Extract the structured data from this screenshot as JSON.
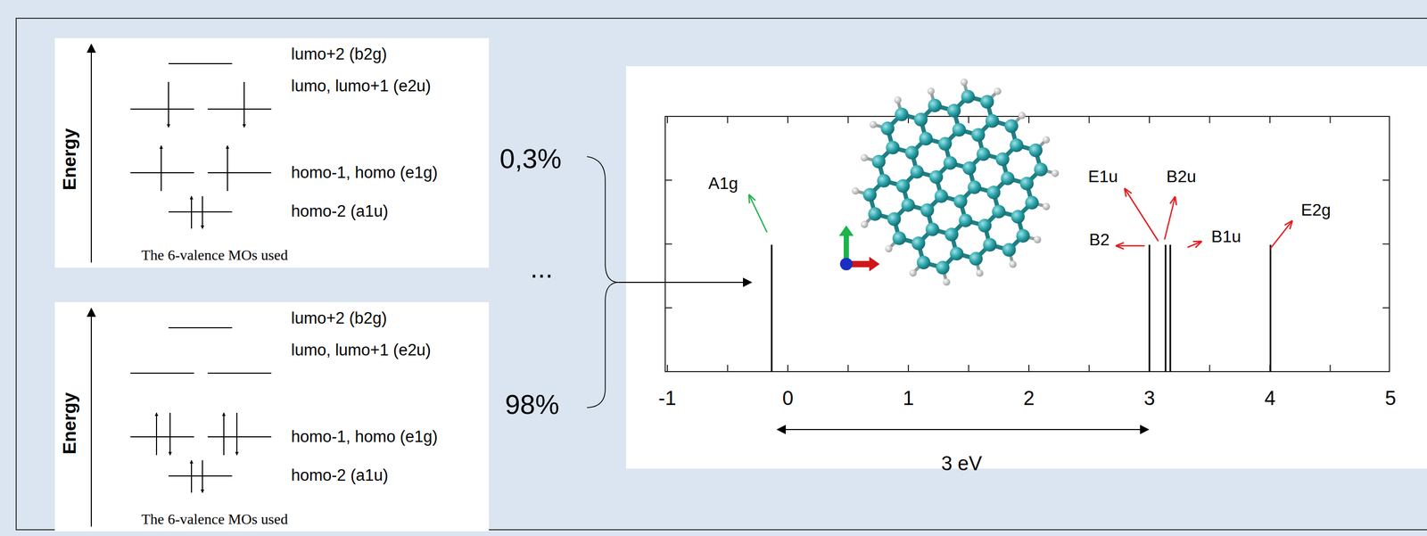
{
  "diagram": {
    "nodes": [
      {
        "text": [
          "Energy",
          "lumo+2 (b2g)",
          "lumo, lumo+1 (e2u)",
          "homo-1, homo (e1g)",
          "homo-2 (a1u)",
          "The 6-valence MOs used"
        ]
      },
      {
        "text": [
          "Energy",
          "lumo+2 (b2g)",
          "lumo, lumo+1 (e2u)",
          "homo-1, homo (e1g)",
          "homo-2 (a1u)",
          "The 6-valence MOs used"
        ]
      }
    ],
    "labels": [
      "0,3%",
      "...",
      "98%",
      "A1g",
      "E1u",
      "B2u",
      "B2",
      "B1u",
      "E2g",
      "-1",
      "0",
      "1",
      "2",
      "3",
      "4",
      "5",
      "3 eV"
    ]
  }
}
